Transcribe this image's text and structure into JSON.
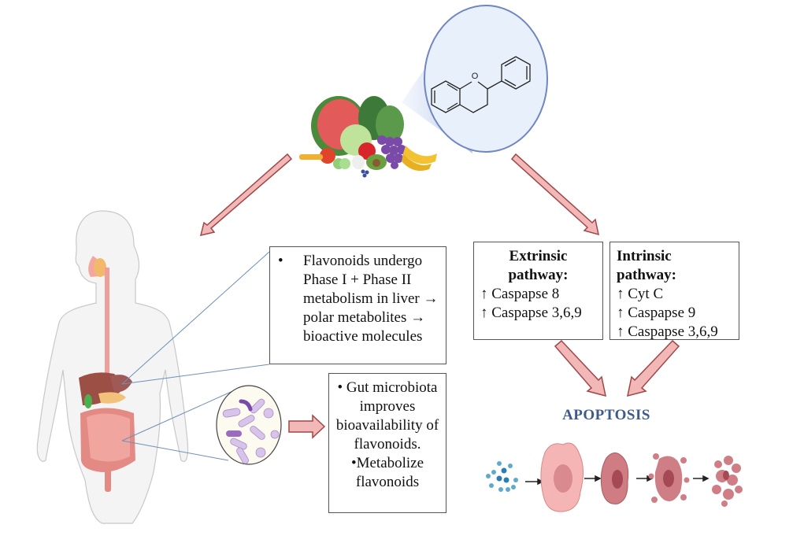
{
  "diagram": {
    "title": "Flavonoid metabolism and apoptosis pathways",
    "colors": {
      "arrow_fill": "#f2b8b8",
      "arrow_stroke": "#a04646",
      "callout_line": "#6f8fba",
      "apoptosis_text": "#3d5a8a",
      "lens_fill": "#e8f0fb",
      "lens_stroke": "#6f86c2",
      "cell_pink": "#f3a6a6",
      "cell_dark": "#c9737a"
    },
    "icons": {
      "food": "fruits-vegetables-icon",
      "molecule": "flavan-structure-icon",
      "body": "human-digestive-system-icon",
      "microbiota": "gut-bacteria-icon",
      "cells": "apoptosis-stages-icon"
    },
    "molecule_label": "O",
    "liver_box": {
      "bullet": "•",
      "lines": [
        "Flavonoids undergo",
        "Phase I + Phase II",
        "metabolism in liver →",
        "polar metabolites →",
        "bioactive molecules"
      ]
    },
    "gut_box": {
      "lines": [
        "• Gut microbiota",
        "improves",
        "bioavailability of",
        "flavonoids.",
        "•Metabolize",
        "flavonoids"
      ]
    },
    "extrinsic": {
      "title_lines": [
        "Extrinsic",
        "pathway:"
      ],
      "items": [
        "↑ Caspapse 8",
        "↑ Caspapse 3,6,9"
      ]
    },
    "intrinsic": {
      "title": "Intrinsic pathway:",
      "items": [
        "↑ Cyt C",
        "↑ Caspapse 9",
        "↑ Caspapse 3,6,9"
      ]
    },
    "apoptosis_label": "APOPTOSIS"
  }
}
